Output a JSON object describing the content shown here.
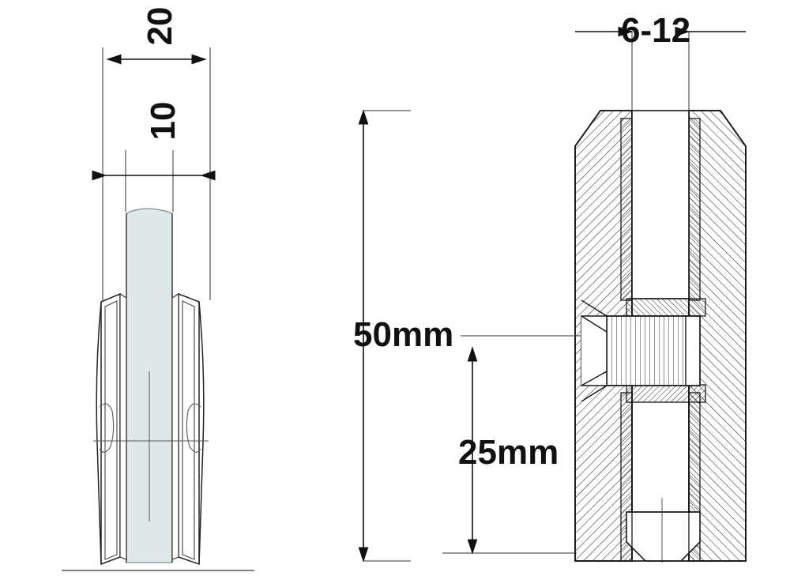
{
  "drawing": {
    "title": "Glass clamp technical drawing",
    "views": [
      {
        "name": "side-section-view",
        "position": "left"
      },
      {
        "name": "cross-section-view",
        "position": "right"
      }
    ],
    "line_color": "#1a1a1a",
    "glass_fill": "#dfe9ec",
    "body_fill": "#ffffff",
    "hatch_color": "#2b2b2b"
  },
  "dimensions": {
    "outer_width": "20",
    "inner_width": "10",
    "glass_thickness": "6-12",
    "height_total": "50mm",
    "height_partial": "25mm"
  }
}
